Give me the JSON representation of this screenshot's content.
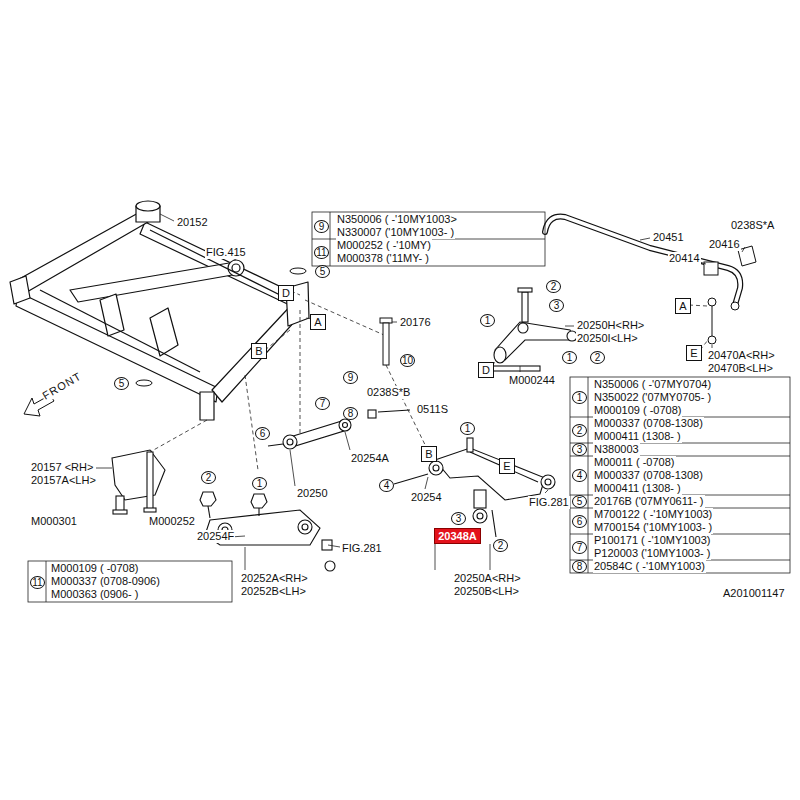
{
  "diagram": {
    "nodes": [
      {
        "text": [
          "D"
        ]
      },
      {
        "text": [
          "A"
        ]
      },
      {
        "text": [
          "B"
        ]
      },
      {
        "text": [
          "A"
        ]
      },
      {
        "text": [
          "E"
        ]
      },
      {
        "text": [
          "D"
        ]
      },
      {
        "text": [
          "B"
        ]
      },
      {
        "text": [
          "E"
        ]
      },
      {
        "text": [
          "20348A"
        ]
      }
    ],
    "labels": [
      "20152",
      "FIG.415",
      "5",
      "9",
      "N350006 ( -'10MY1003>",
      "N330007 ('10MY1003- )",
      "11",
      "M000252 ( -'10MY)",
      "M000378 ('11MY- )",
      "20451",
      "0238S*A",
      "20416",
      "20414",
      "2",
      "1",
      "3",
      "20250H<RH>",
      "20250I<LH>",
      "1",
      "2",
      "20470A<RH>",
      "20470B<LH>",
      "20176",
      "10",
      "M000244",
      "5",
      "FRONT",
      "9",
      "0238S*B",
      "7",
      "8",
      "0511S",
      "6",
      "1",
      "20254A",
      "20157 <RH>",
      "20157A<LH>",
      "2",
      "1",
      "4",
      "20250",
      "20254",
      "FIG.281",
      "M000301",
      "M000252",
      "3",
      "20254F",
      "FIG.281",
      "2",
      "20252A<RH>",
      "20252B<LH>",
      "20250A<RH>",
      "20250B<LH>",
      "11",
      "M000109 ( -0708)",
      "M000337 (0708-0906)",
      "M000363 (0906- )",
      "1",
      "N350006 ( -'07MY0704)",
      "N350022 ('07MY0705- )",
      "M000109 ( -0708)",
      "2",
      "M000337 (0708-1308)",
      "M000411 (1308- )",
      "3",
      "N380003",
      "4",
      "M00011 ( -0708)",
      "M000337 (0708-1308)",
      "M000411 (1308- )",
      "5",
      "20176B ('07MY0611- )",
      "6",
      "M700122 ( -'10MY1003)",
      "M700154 ('10MY1003- )",
      "7",
      "P100171 ( -'10MY1003)",
      "P120003 ('10MY1003- )",
      "8",
      "20584C ( -'10MY1003)",
      "A201001147"
    ]
  }
}
